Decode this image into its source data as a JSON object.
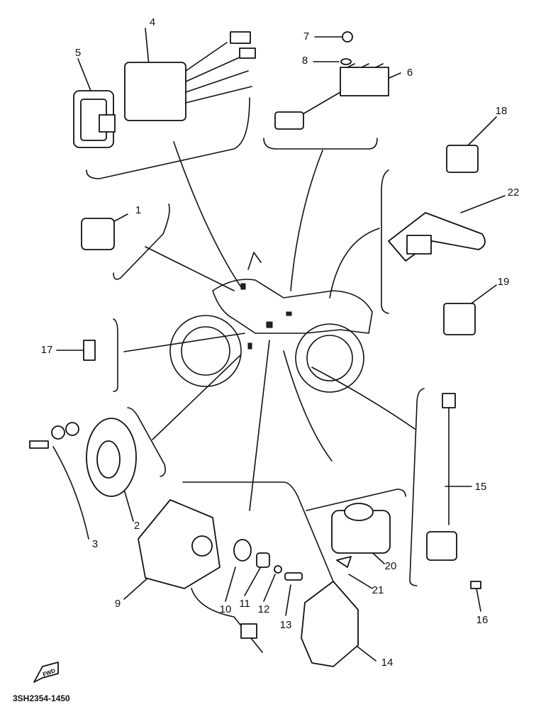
{
  "diagram_code": "3SH2354-1450",
  "front_arrow_label": "FWD",
  "callouts": {
    "c1": "1",
    "c2": "2",
    "c3": "3",
    "c4": "4",
    "c5": "5",
    "c6": "6",
    "c7": "7",
    "c8": "8",
    "c9": "9",
    "c10": "10",
    "c11": "11",
    "c12": "12",
    "c13": "13",
    "c14": "14",
    "c15": "15",
    "c16": "16",
    "c17": "17",
    "c18": "18",
    "c19": "19",
    "c20": "20",
    "c21": "21",
    "c22": "22"
  }
}
